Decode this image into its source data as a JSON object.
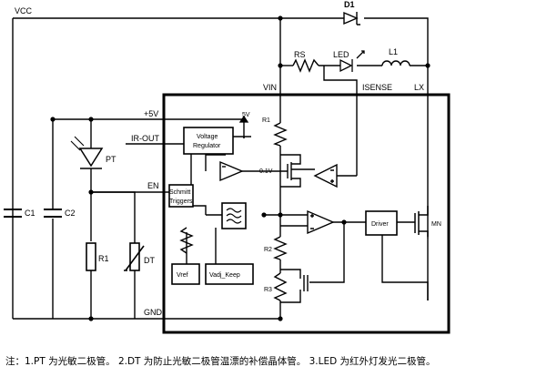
{
  "labels": {
    "vcc": "VCC",
    "d1": "D1",
    "rs": "RS",
    "led": "LED",
    "l1": "L1",
    "vin": "VIN",
    "isense": "ISENSE",
    "lx": "LX",
    "plus5v": "+5V",
    "five_v": "5V",
    "r1": "R1",
    "voltage_regulator_line1": "Voltage",
    "voltage_regulator_line2": "Regulator",
    "ir_out": "IR-OUT",
    "pt": "PT",
    "v01": "0.1V",
    "en": "EN",
    "schmitt_line1": "Schmitt",
    "schmitt_line2": "Triggers",
    "driver": "Driver",
    "mn": "MN",
    "c1": "C1",
    "c2": "C2",
    "r1_ext": "R1",
    "dt": "DT",
    "r2": "R2",
    "r3": "R3",
    "vref": "Vref",
    "vadj_keep": "Vadj_Keep",
    "gnd": "GND"
  },
  "caption": "注：1.PT 为光敏二极管。 2.DT 为防止光敏二极管温漂的补偿晶体管。 3.LED 为红外灯发光二极管。"
}
